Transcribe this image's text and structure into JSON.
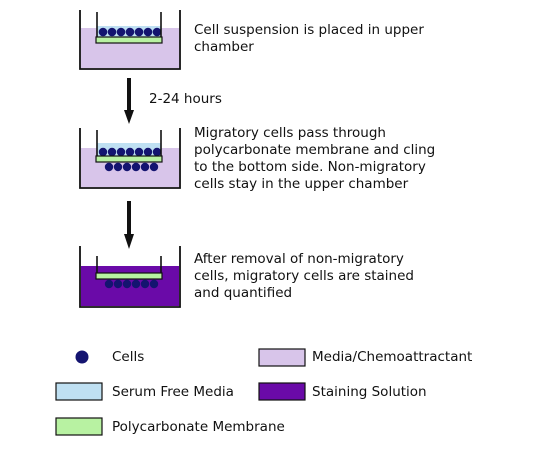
{
  "steps": [
    {
      "text": "Cell suspension is placed in upper\nchamber"
    },
    {
      "time_label": "2-24 hours"
    },
    {
      "text": "Migratory cells pass through\npolycarbonate membrane and cling\nto the bottom side. Non-migratory\ncells stay in the upper chamber"
    },
    {
      "text": "After removal of non-migratory\ncells, migratory cells are stained\nand quantified"
    }
  ],
  "legend": {
    "cells": "Cells",
    "media": "Media/Chemoattractant",
    "serum_free": "Serum Free Media",
    "staining": "Staining Solution",
    "membrane": "Polycarbonate Membrane"
  },
  "colors": {
    "media": "#d8c5ea",
    "serum_free": "#bfe0f2",
    "membrane": "#b8f2a2",
    "staining": "#6a0aa8",
    "cell": "#141470",
    "outline": "#111111"
  }
}
